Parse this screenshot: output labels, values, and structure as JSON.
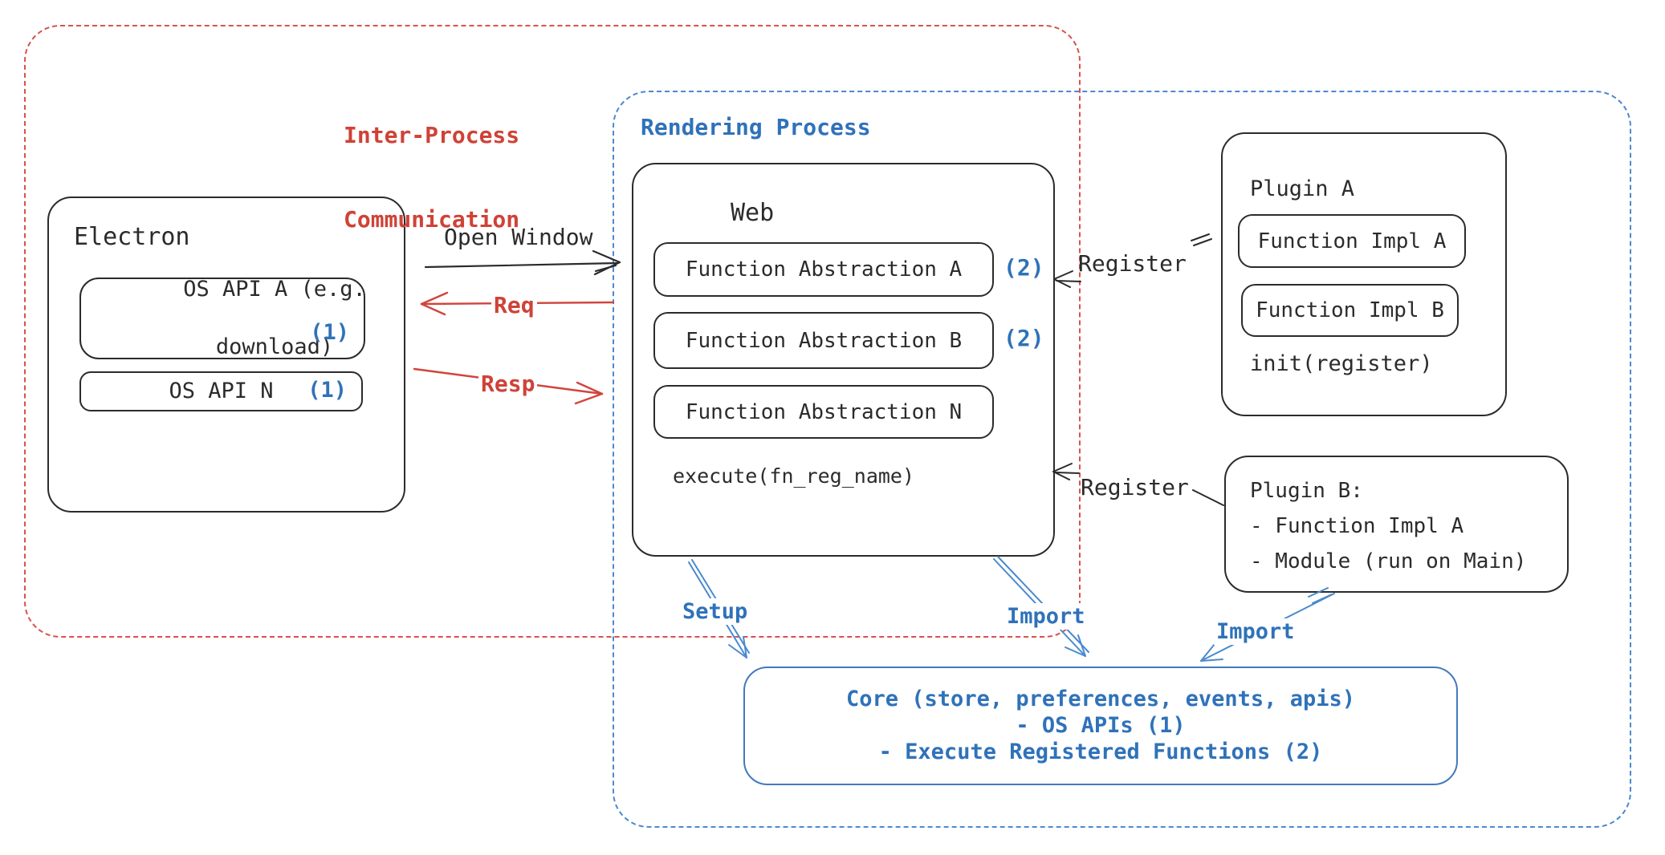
{
  "regions": {
    "ipc": {
      "line1": "Inter-Process",
      "line2": "Communication"
    },
    "rendering": {
      "label": "Rendering Process"
    }
  },
  "electron": {
    "title": "Electron",
    "api_a": {
      "line1": "OS API A (e.g.",
      "line2": "download)",
      "badge": "(1)"
    },
    "api_n": {
      "label": "OS API N",
      "badge": "(1)"
    }
  },
  "web": {
    "title": "Web",
    "abstraction_a": {
      "label": "Function Abstraction A",
      "badge": "(2)"
    },
    "abstraction_b": {
      "label": "Function Abstraction B",
      "badge": "(2)"
    },
    "abstraction_n": {
      "label": "Function Abstraction N"
    },
    "execute": "execute(fn_reg_name)"
  },
  "plugin_a": {
    "title": "Plugin A",
    "impl_a": "Function Impl A",
    "impl_b": "Function Impl B",
    "init": "init(register)"
  },
  "plugin_b": {
    "line1": "Plugin B:",
    "line2": "- Function Impl A",
    "line3": "- Module (run on Main)"
  },
  "core": {
    "line1": "Core (store, preferences, events, apis)",
    "line2": "- OS APIs (1)",
    "line3": "- Execute Registered Functions (2)"
  },
  "arrows": {
    "open_window": "Open Window",
    "req": "Req",
    "resp": "Resp",
    "register_top": "Register",
    "register_bottom": "Register",
    "setup": "Setup",
    "import_web": "Import",
    "import_plugin": "Import"
  },
  "colors": {
    "ink": "#2b2b2b",
    "red": "#cf4237",
    "red_dash": "#d8524a",
    "blue_text": "#2f72b9",
    "blue_dash": "#4a8ace",
    "core_border": "#4379bd"
  }
}
